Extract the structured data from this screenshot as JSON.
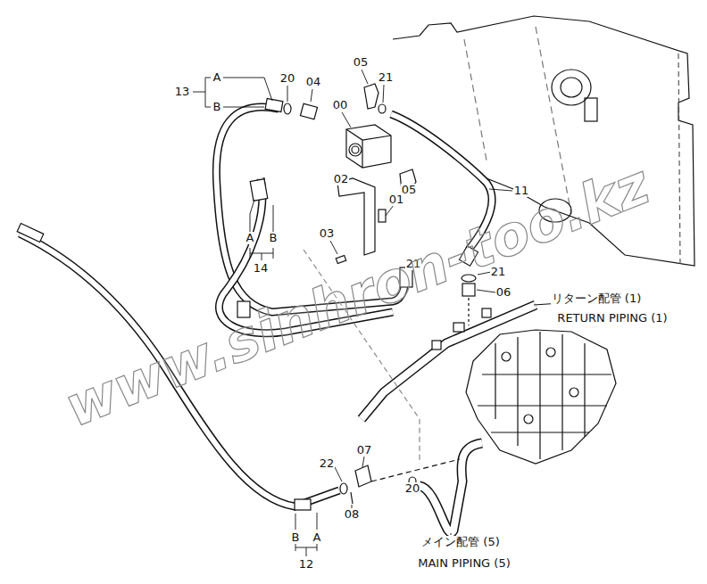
{
  "diagram": {
    "labels": [
      "A",
      "13",
      "B",
      "20",
      "04",
      "05",
      "21",
      "00",
      "02",
      "05",
      "01",
      "11",
      "A",
      "B",
      "14",
      "03",
      "21",
      "21",
      "06",
      "リターン配管 (1)",
      "RETURN PIPING (1)",
      "www.sinhron-too.kz",
      "07",
      "22",
      "08",
      "20",
      "B",
      "A",
      "12",
      "メイン配管 (5)",
      "MAIN PIPING (5)"
    ]
  }
}
